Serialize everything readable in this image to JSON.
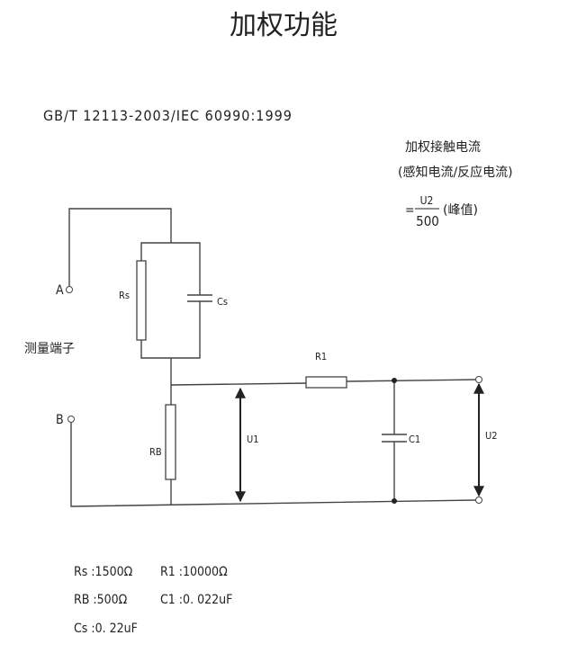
{
  "title": "加权功能",
  "standard": "GB/T 12113-2003/IEC 60990:1999",
  "formula": {
    "line1": "加权接触电流",
    "line2": "(感知电流/反应电流)",
    "eq": "=",
    "numerator": "U2",
    "denominator": "500",
    "note": "(峰值)"
  },
  "circuit": {
    "terminal_a": "A",
    "terminal_b": "B",
    "terminal_caption": "测量端子",
    "rs": "Rs",
    "cs": "Cs",
    "rb": "RB",
    "r1": "R1",
    "c1": "C1",
    "u1": "U1",
    "u2": "U2"
  },
  "values": {
    "rs": "Rs :1500Ω",
    "r1": "R1 :10000Ω",
    "rb": "RB :500Ω",
    "c1": "C1 :0. 022uF",
    "cs": "Cs :0. 22uF"
  }
}
